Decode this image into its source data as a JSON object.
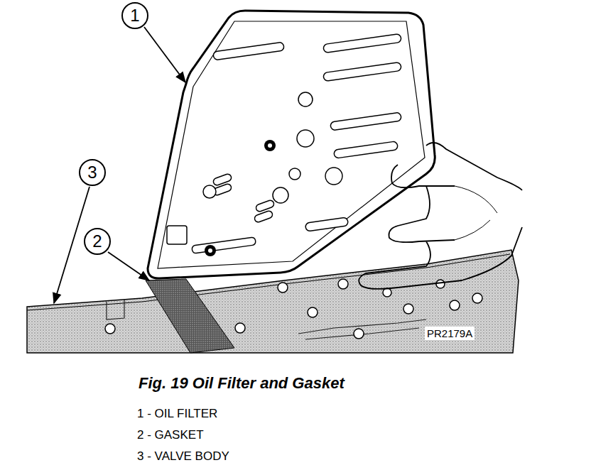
{
  "diagram": {
    "caption": "Fig. 19 Oil Filter and Gasket",
    "nodes": [
      {
        "text": [
          "1"
        ]
      },
      {
        "text": [
          "3"
        ]
      },
      {
        "text": [
          "2"
        ]
      }
    ],
    "labels": [
      "PR2179A",
      "1 - OIL FILTER",
      "2 - GASKET",
      "3 - VALVE BODY"
    ]
  }
}
